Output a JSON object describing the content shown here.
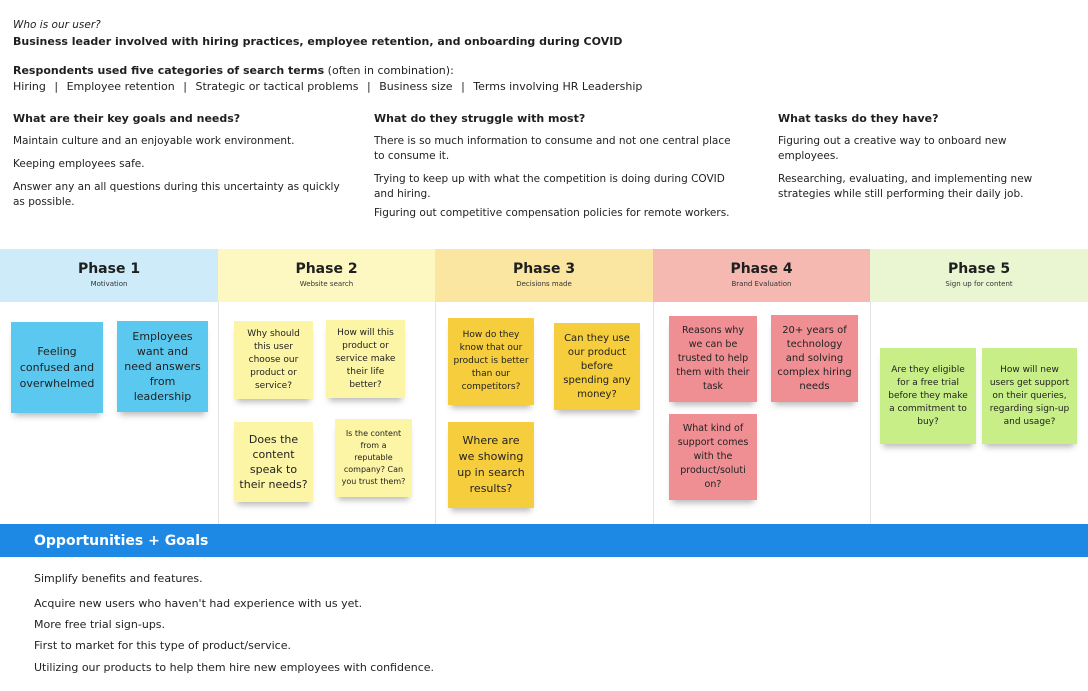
{
  "user": {
    "question": "Who is our user?",
    "answer": "Business leader involved with hiring practices, employee retention, and onboarding during COVID"
  },
  "respondents": {
    "lead_bold": "Respondents used five categories of search terms",
    "lead_rest": " (often in combination):",
    "categories": [
      "Hiring",
      "Employee retention",
      "Strategic or tactical problems",
      "Business size",
      "Terms involving HR Leadership"
    ],
    "separator": "|"
  },
  "columns": [
    {
      "heading": "What are their key goals and needs?",
      "items": [
        "Maintain culture and an enjoyable work environment.",
        "Keeping employees safe.",
        "Answer any an all questions during this uncertainty as quickly as possible."
      ]
    },
    {
      "heading": "What do they struggle with most?",
      "items": [
        "There is so much information to consume and not one central place to consume it.",
        "Trying to keep up with what the competition is doing during COVID and hiring.",
        "Figuring out competitive compensation policies for remote workers."
      ]
    },
    {
      "heading": "What tasks do they have?",
      "items": [
        "Figuring out a creative way to onboard new employees.",
        "Researching, evaluating, and implementing new strategies while still performing their daily job."
      ]
    }
  ],
  "phases": [
    {
      "title": "Phase 1",
      "subtitle": "Motivation",
      "color": "#cdebf8",
      "notes": [
        "Feeling confused and overwhelmed",
        "Employees want and need answers from leadership"
      ]
    },
    {
      "title": "Phase 2",
      "subtitle": "Website search",
      "color": "#fdf8c2",
      "notes": [
        "Why should this user choose our product or service?",
        "How will this product or service make their life better?",
        "Does the content speak to their needs?",
        "Is the content from a reputable company? Can you trust them?"
      ]
    },
    {
      "title": "Phase 3",
      "subtitle": "Decisions made",
      "color": "#fbe6a1",
      "notes": [
        "How do they know that our product is better than our competitors?",
        "Can they use our product before spending any money?",
        "Where are we showing up in search results?"
      ]
    },
    {
      "title": "Phase 4",
      "subtitle": "Brand Evaluation",
      "color": "#f6b9b1",
      "notes": [
        "Reasons why we can be trusted to help them with their task",
        "20+ years of technology and solving complex hiring needs",
        "What kind of support comes with the product/soluti on?"
      ]
    },
    {
      "title": "Phase 5",
      "subtitle": "Sign up for content",
      "color": "#eaf5d2",
      "notes": [
        "Are they eligible for a free trial before they make a commitment to buy?",
        "How will new users get support on their queries, regarding sign-up and usage?"
      ]
    }
  ],
  "opportunities": {
    "title": "Opportunities + Goals",
    "items": [
      "Simplify benefits and features.",
      "Acquire new users who haven't had experience with us yet.",
      "More free trial sign-ups.",
      "First to market for this type of product/service.",
      "Utilizing our products to help them hire new employees with confidence."
    ]
  }
}
